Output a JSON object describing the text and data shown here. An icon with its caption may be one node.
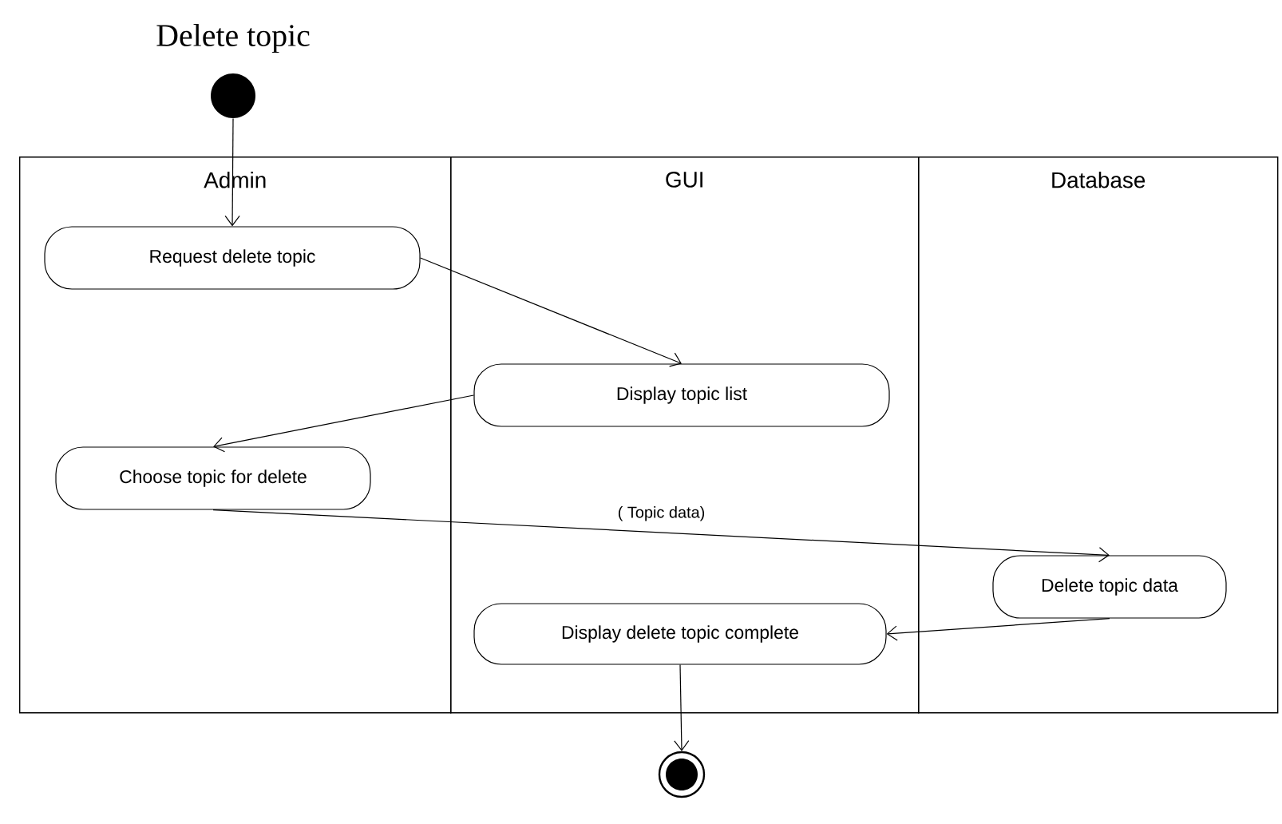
{
  "diagram": {
    "title": "Delete topic",
    "nodes": [
      {
        "text": [
          "Admin"
        ]
      },
      {
        "text": [
          "GUI"
        ]
      },
      {
        "text": [
          "Database"
        ]
      },
      {
        "text": [],
        "shape": "circle"
      },
      {
        "text": [
          "Request delete topic"
        ],
        "in": 0
      },
      {
        "text": [
          "Display topic list"
        ],
        "in": 1
      },
      {
        "text": [
          "Choose topic for delete"
        ],
        "in": 0
      },
      {
        "text": [
          "Delete topic data"
        ],
        "in": 2
      },
      {
        "text": [
          "Display delete topic complete"
        ],
        "in": 1
      },
      {
        "text": [],
        "shape": "circle"
      }
    ],
    "edges": [
      {
        "from": 3,
        "to": 4,
        "arrow": "to"
      },
      {
        "from": 4,
        "to": 5,
        "arrow": "to"
      },
      {
        "from": 5,
        "to": 6,
        "arrow": "to"
      },
      {
        "from": 6,
        "to": 7,
        "arrow": "to",
        "label": "( Topic data)"
      },
      {
        "from": 7,
        "to": 8,
        "arrow": "to"
      },
      {
        "from": 8,
        "to": 9,
        "arrow": "to"
      }
    ]
  }
}
